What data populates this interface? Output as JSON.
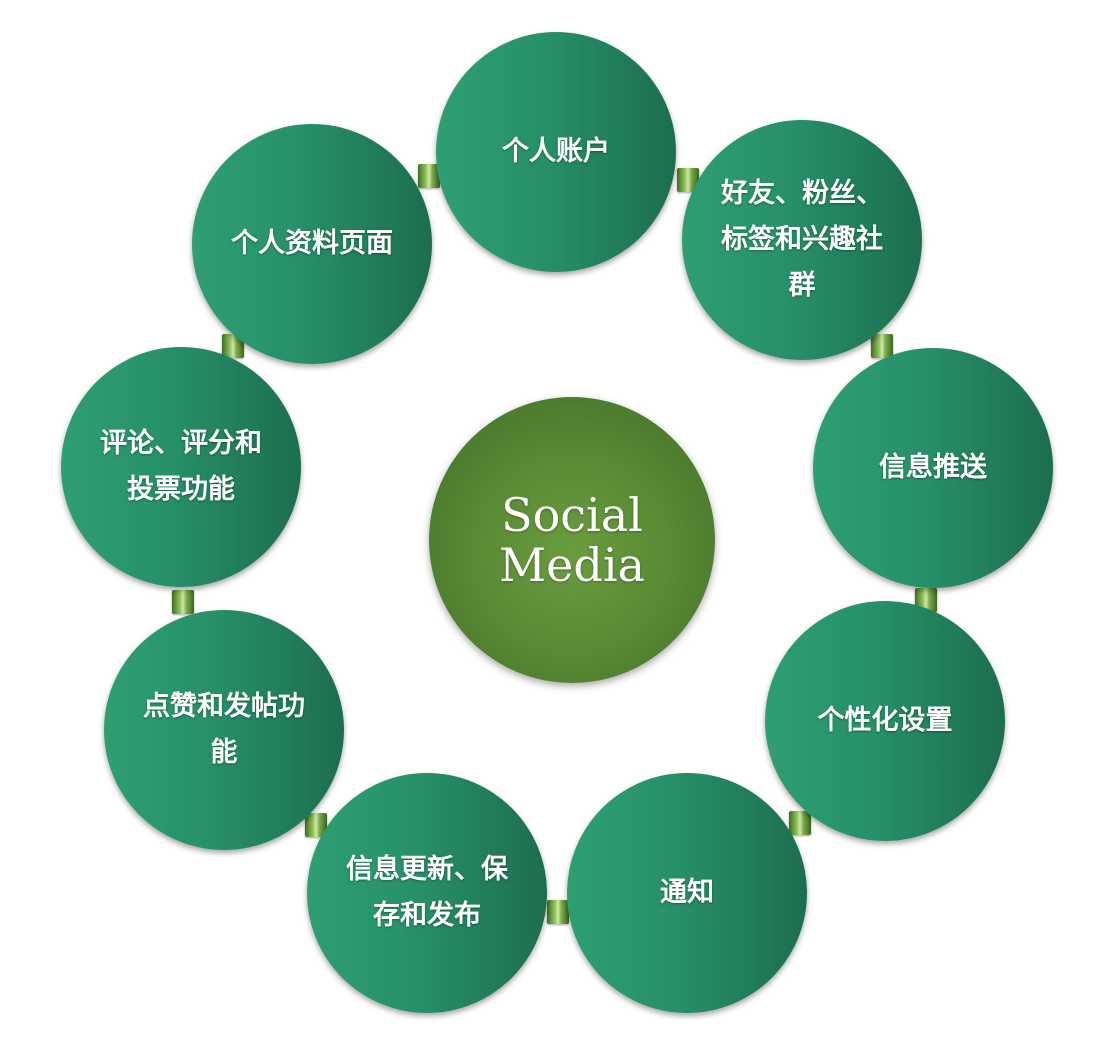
{
  "center": {
    "label": "Social\nMedia"
  },
  "nodes": [
    {
      "label": "个人账户",
      "icon": "circle"
    },
    {
      "label": "好友、粉丝、标签和兴趣社群",
      "icon": "circle"
    },
    {
      "label": "信息推送",
      "icon": "circle"
    },
    {
      "label": "个性化设置",
      "icon": "circle"
    },
    {
      "label": "通知",
      "icon": "circle"
    },
    {
      "label": "信息更新、保存和发布",
      "icon": "circle"
    },
    {
      "label": "点赞和发帖功能",
      "icon": "circle"
    },
    {
      "label": "评论、评分和投票功能",
      "icon": "circle"
    },
    {
      "label": "个人资料页面",
      "icon": "circle"
    }
  ],
  "colors": {
    "node": "#279069",
    "center": "#5a8a34",
    "connector": "#7fae4c",
    "text": "#ffffff"
  }
}
